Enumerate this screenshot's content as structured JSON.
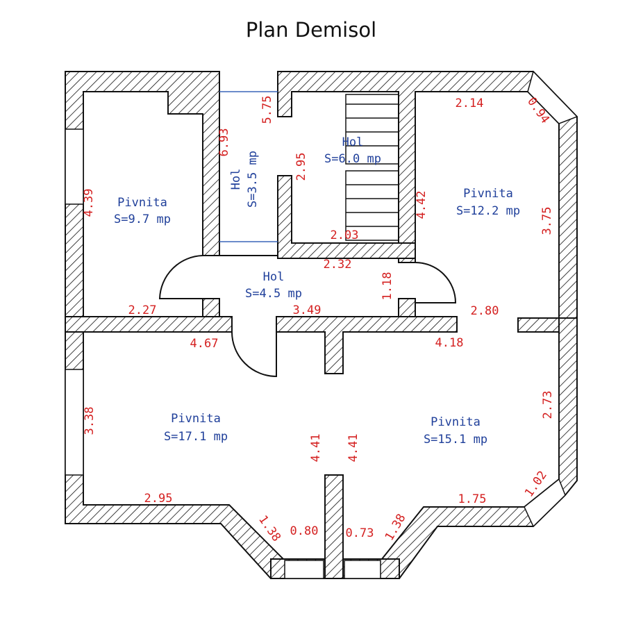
{
  "title": "Plan Demisol",
  "rooms": [
    {
      "name": "Pivnita",
      "area": "S=9.7 mp"
    },
    {
      "name": "Hol",
      "area": "S=3.5 mp"
    },
    {
      "name": "Hol",
      "area": "S=6.0 mp"
    },
    {
      "name": "Pivnita",
      "area": "S=12.2 mp"
    },
    {
      "name": "Hol",
      "area": "S=4.5 mp"
    },
    {
      "name": "Pivnita",
      "area": "S=17.1 mp"
    },
    {
      "name": "Pivnita",
      "area": "S=15.1 mp"
    }
  ],
  "dimensions": [
    "4.39",
    "6.93",
    "5.75",
    "2.95",
    "2.14",
    "0.94",
    "4.42",
    "3.75",
    "2.03",
    "2.32",
    "1.18",
    "2.27",
    "3.49",
    "2.80",
    "4.67",
    "4.18",
    "3.38",
    "2.73",
    "4.41",
    "4.41",
    "1.02",
    "2.95",
    "1.75",
    "1.38",
    "0.80",
    "0.73",
    "1.38"
  ]
}
